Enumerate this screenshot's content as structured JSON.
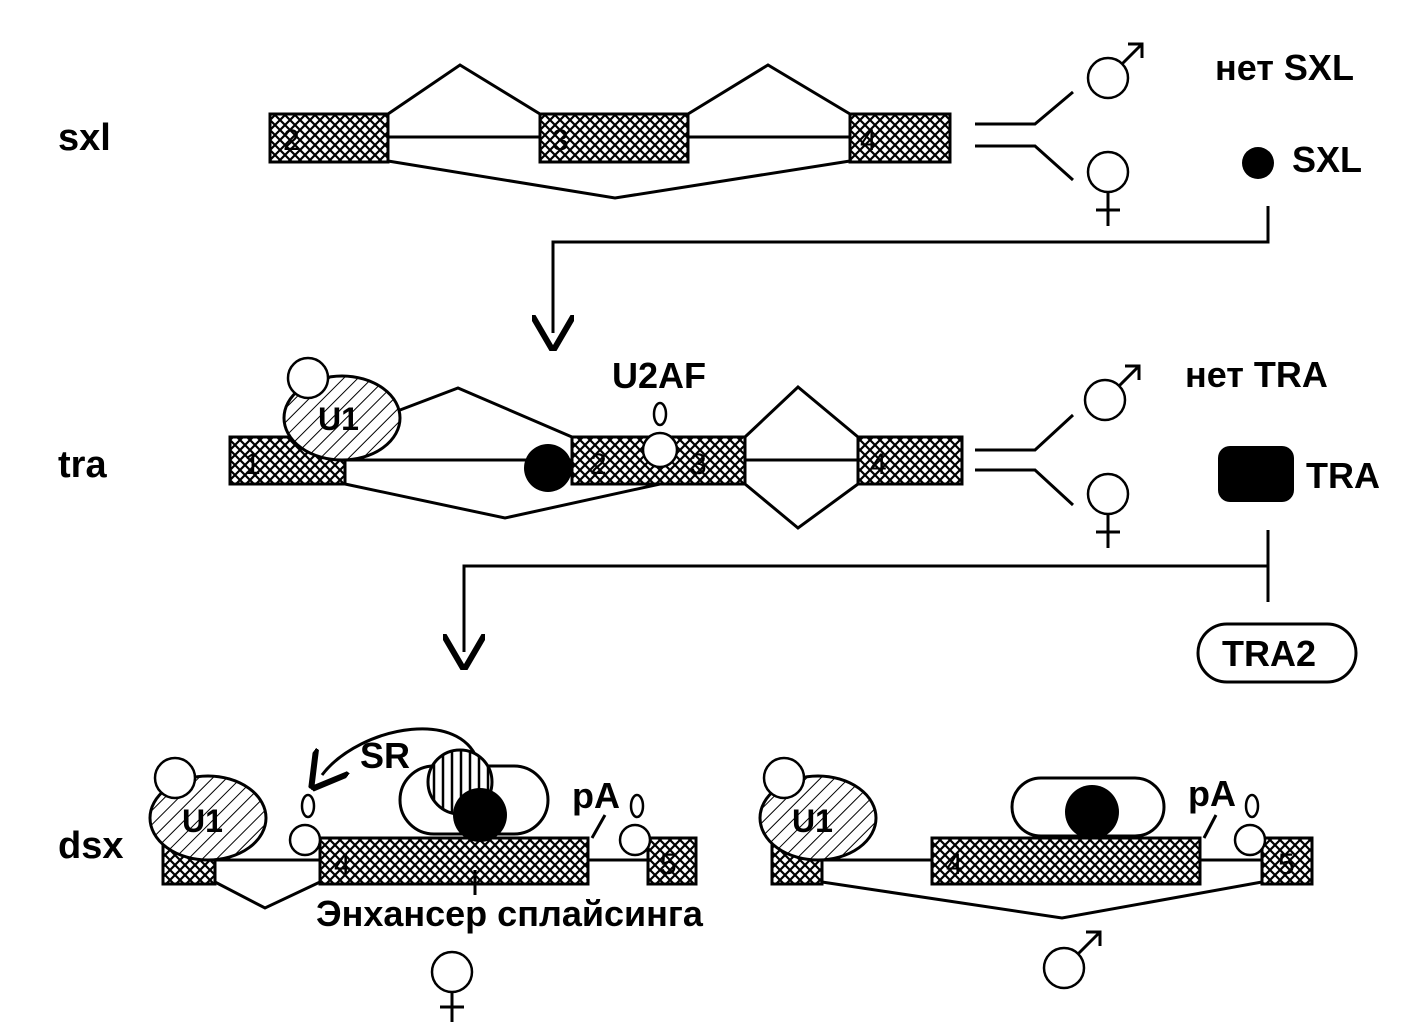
{
  "genes": {
    "sxl": "sxl",
    "tra": "tra",
    "dsx": "dsx"
  },
  "sxl_row": {
    "exons": [
      "2",
      "3",
      "4"
    ],
    "no_protein_label": "нет SXL",
    "protein_label": "SXL"
  },
  "tra_row": {
    "exons": [
      "1",
      "2",
      "3",
      "4"
    ],
    "u1_label": "U1",
    "u2af_label": "U2AF",
    "no_protein_label": "нет TRA",
    "protein_label": "TRA",
    "cofactor_label": "TRA2"
  },
  "dsx_female": {
    "u1_label": "U1",
    "sr_label": "SR",
    "pa_label": "pA",
    "exons": [
      "4",
      "5"
    ],
    "enhancer_label": "Энхансер сплайсинга"
  },
  "dsx_male": {
    "u1_label": "U1",
    "pa_label": "pA",
    "exons": [
      "4",
      "5"
    ]
  },
  "symbols": {
    "male": "male-symbol",
    "female": "female-symbol"
  },
  "colors": {
    "ink": "#000000",
    "background": "#ffffff"
  }
}
